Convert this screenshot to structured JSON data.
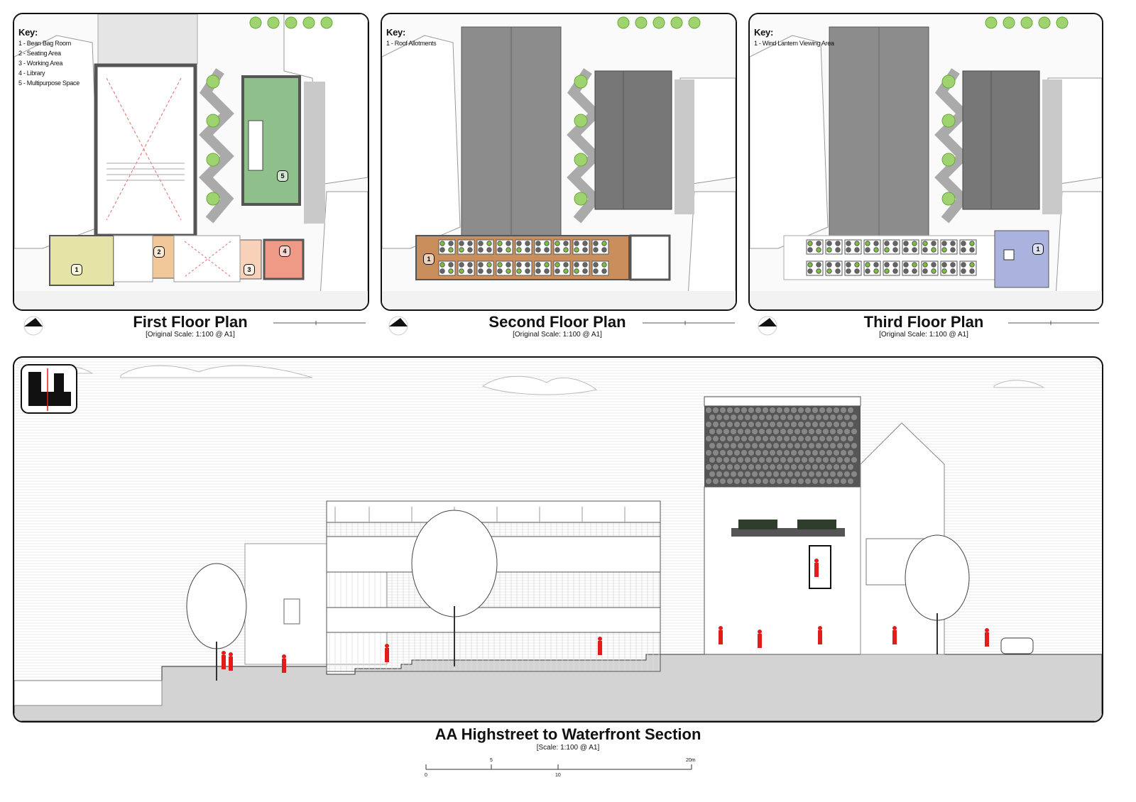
{
  "plans": [
    {
      "title": "First Floor Plan",
      "scale": "[Original Scale: 1:100 @ A1]",
      "key_title": "Key:",
      "key_items": [
        "1 - Bean Bag Room",
        "2 - Seating Area",
        "3 - Working Area",
        "4 - Library",
        "5 - Multipurpose Space"
      ],
      "zone_labels": [
        "1",
        "2",
        "3",
        "4",
        "5"
      ]
    },
    {
      "title": "Second Floor Plan",
      "scale": "[Original Scale: 1:100 @ A1]",
      "key_title": "Key:",
      "key_items": [
        "1 - Roof Allotments"
      ],
      "zone_labels": [
        "1"
      ]
    },
    {
      "title": "Third Floor Plan",
      "scale": "[Original Scale: 1:100 @ A1]",
      "key_title": "Key:",
      "key_items": [
        "1 - Wind Lantern Viewing Area"
      ],
      "zone_labels": [
        "1"
      ]
    }
  ],
  "section": {
    "title": "AA Highstreet to Waterfront Section",
    "scale": "[Scale: 1:100 @ A1]",
    "scale_bar_labels": [
      "0",
      "5",
      "10",
      "20m"
    ]
  },
  "colors": {
    "people": "#e21b1b",
    "allotment_wood": "#c98e5c",
    "green_roof": "#8fbf8a",
    "bean_bag": "#e6e3a6",
    "library": "#ef9a86",
    "lantern": "#aab3de",
    "roof_grey": "#8c8c8c",
    "ground": "#d3d3d3"
  },
  "icons": [
    "north-arrow-icon",
    "section-key-icon"
  ]
}
